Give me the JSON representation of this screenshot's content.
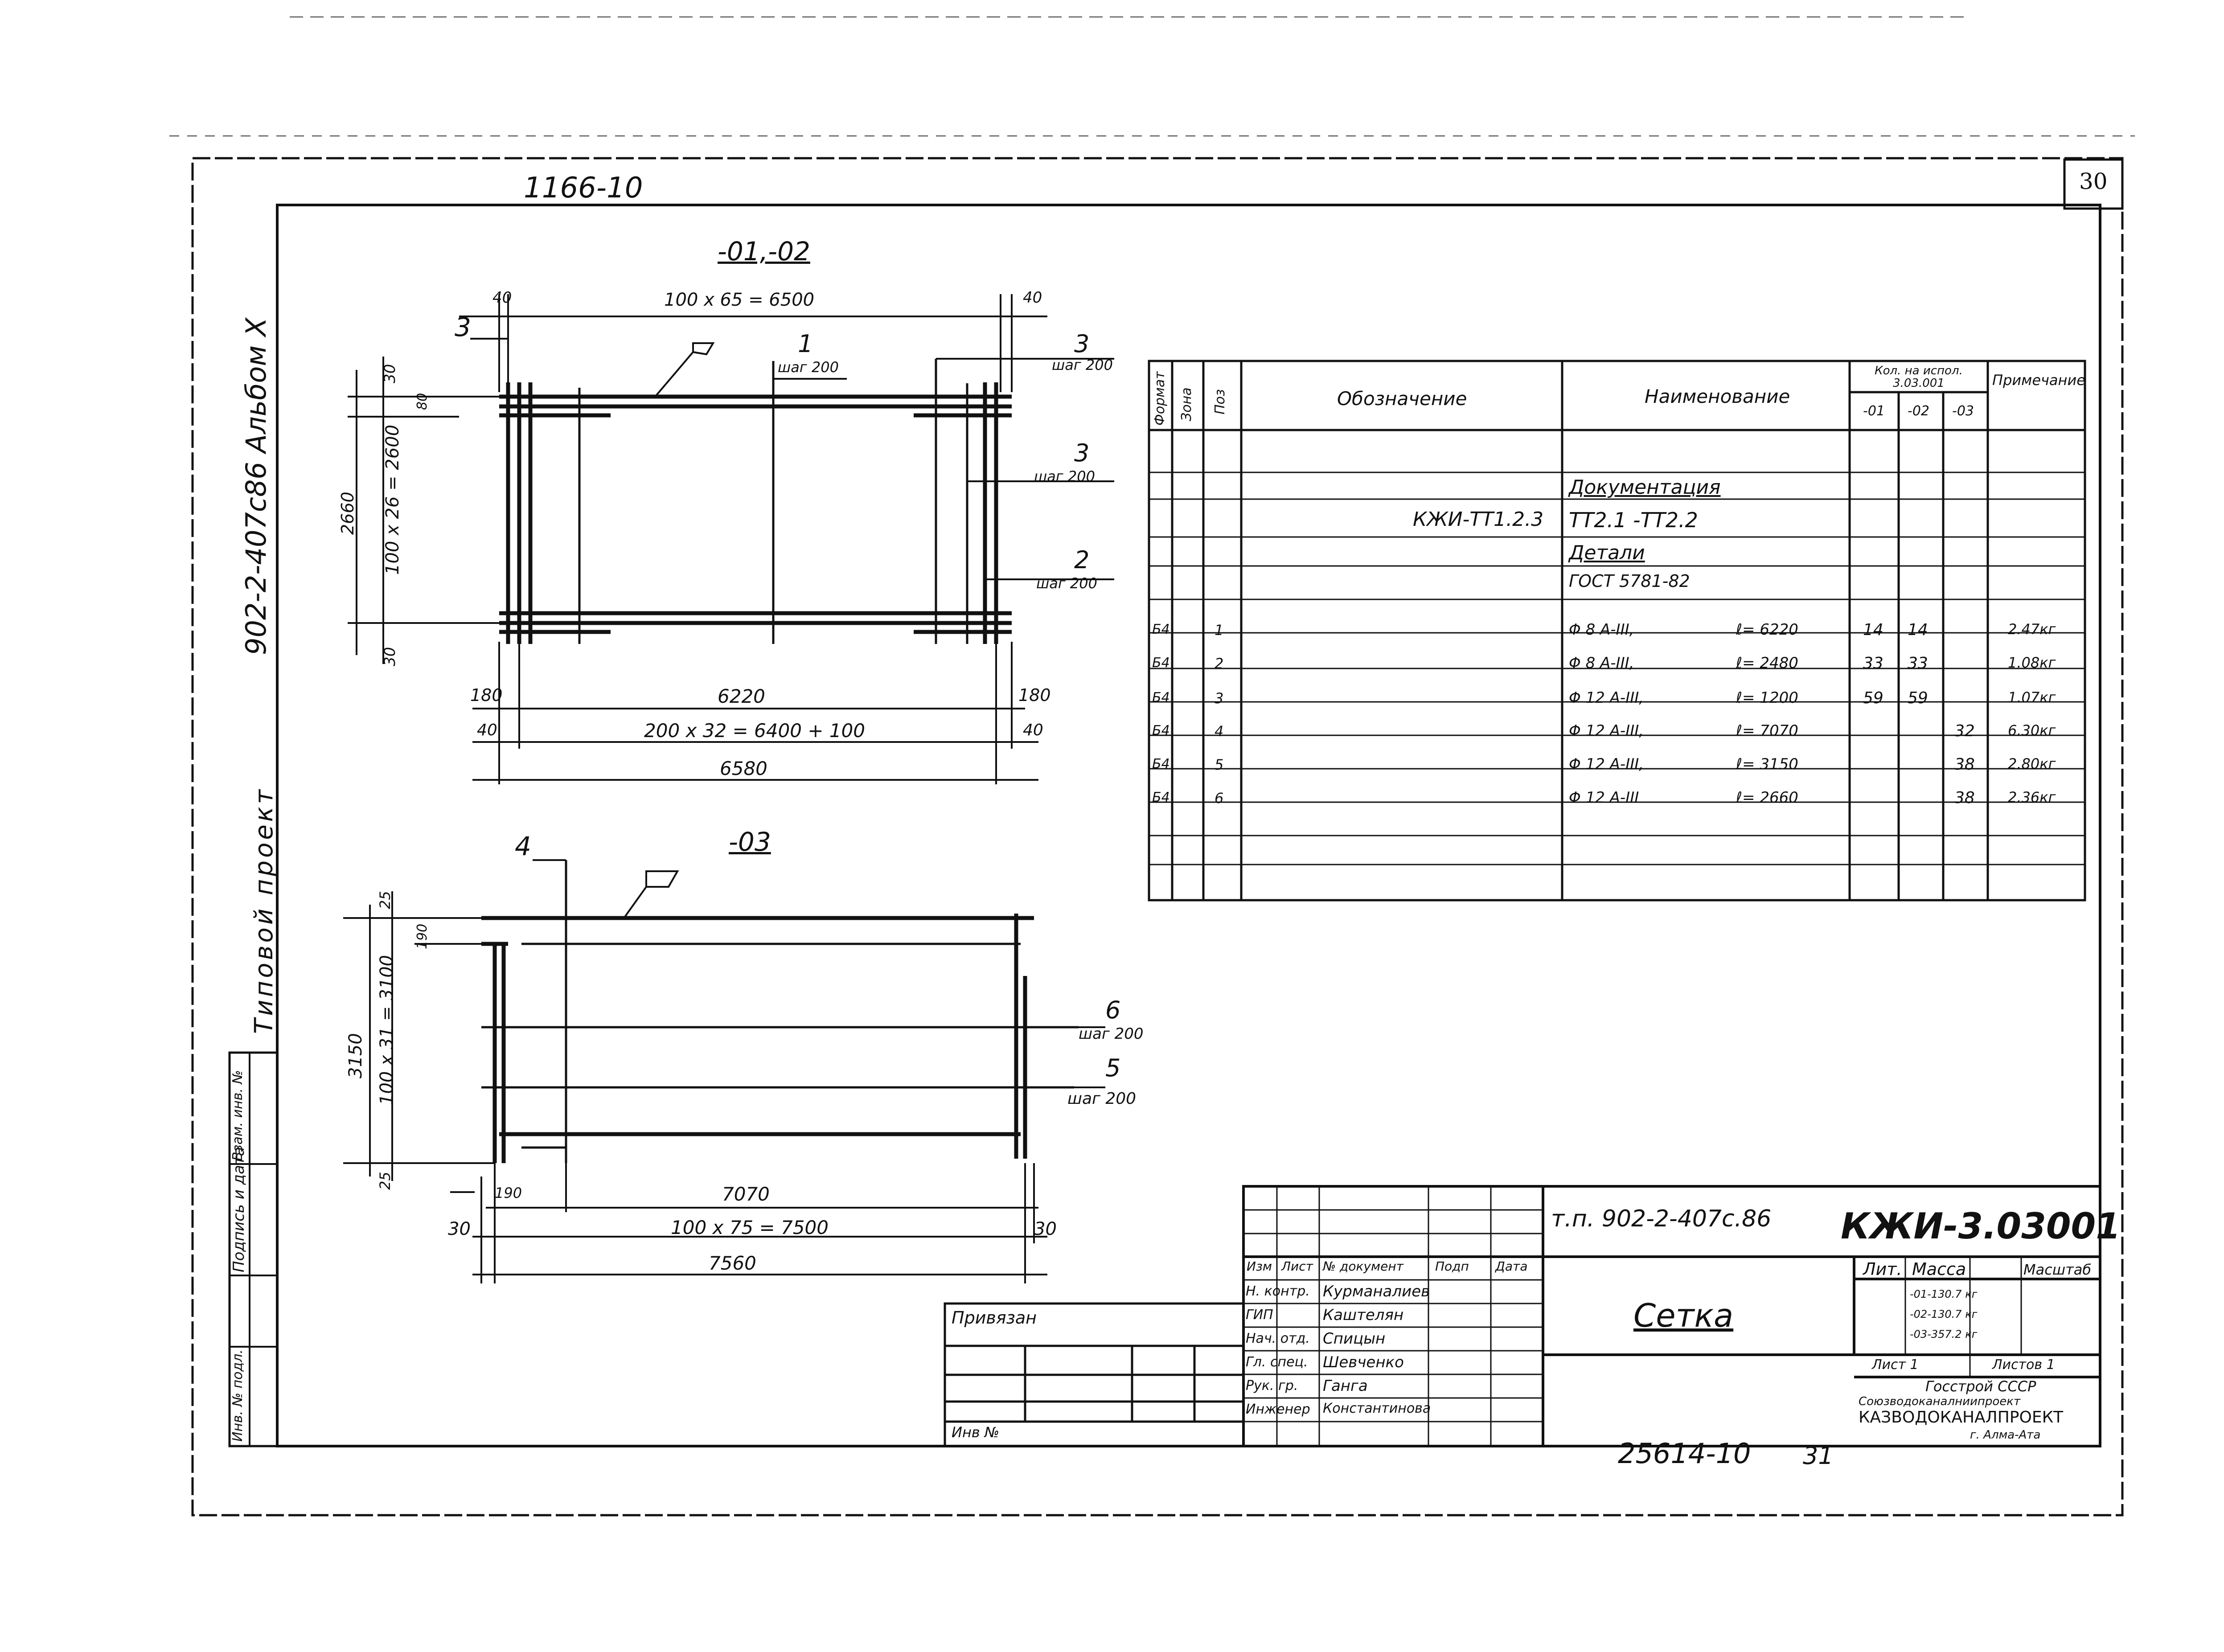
{
  "sheet": {
    "page_number": "30",
    "archive_code": "1166-10",
    "project_side": "902-2-407с86 Альбом X",
    "typical_project": "Типовой проект",
    "inventory_number": "25614-10",
    "copy_number": "31"
  },
  "view1": {
    "title": "-01,-02",
    "dim_top_left": "40",
    "dim_top_main": "100 х 65 = 6500",
    "dim_top_right": "40",
    "dim_left_30_top": "30",
    "dim_left_80": "80",
    "dim_left_total": "2660",
    "dim_left_main": "100 х 26 = 2600",
    "dim_left_30_bottom": "30",
    "dim_bottom_180_left": "180",
    "dim_bottom_6220": "6220",
    "dim_bottom_180_right": "180",
    "dim_bottom_40_left": "40",
    "dim_bottom_main": "200 х 32 = 6400 + 100",
    "dim_bottom_40_right": "40",
    "dim_bottom_total": "6580",
    "callout_3_left": "3",
    "callout_1": "1",
    "callout_1_step": "шаг 200",
    "callout_3a": "3",
    "callout_3a_step": "шаг 200",
    "callout_3b": "3",
    "callout_3b_step": "шаг 200",
    "callout_2": "2",
    "callout_2_step": "шаг 200"
  },
  "view2": {
    "title": "-03",
    "callout_4": "4",
    "dim_left_25_top": "25",
    "dim_left_190": "190",
    "dim_left_total": "3150",
    "dim_left_main": "100 х 31 = 3100",
    "dim_left_25_bottom": "25",
    "dim_bottom_190": "190",
    "dim_bottom_7070": "7070",
    "dim_bottom_30_left": "30",
    "dim_bottom_main": "100 х 75 = 7500",
    "dim_bottom_30_right": "30",
    "dim_bottom_total": "7560",
    "callout_6": "6",
    "callout_6_step": "шаг 200",
    "callout_5": "5",
    "callout_5_step": "шаг 200"
  },
  "spec": {
    "headers": {
      "format": "Формат",
      "zone": "Зона",
      "pos": "Поз",
      "designation": "Обозначение",
      "name": "Наименование",
      "qty_group": "Кол. на испол. 3.03.001",
      "qty_01": "-01",
      "qty_02": "-02",
      "qty_03": "-03",
      "note": "Примечание"
    },
    "section_docs": "Документация",
    "docs_designation": "КЖИ-ТТ1.2.3",
    "docs_name": "ТТ2.1 -ТТ2.2",
    "section_parts": "Детали",
    "gost": "ГОСТ 5781-82",
    "rows": [
      {
        "format": "Б4",
        "pos": "1",
        "name": "Φ 8 А-III,",
        "length": "ℓ= 6220",
        "q1": "14",
        "q2": "14",
        "q3": "",
        "note": "2.47кг"
      },
      {
        "format": "Б4",
        "pos": "2",
        "name": "Φ 8 А-III,",
        "length": "ℓ= 2480",
        "q1": "33",
        "q2": "33",
        "q3": "",
        "note": "1.08кг"
      },
      {
        "format": "Б4",
        "pos": "3",
        "name": "Φ 12 А-III,",
        "length": "ℓ= 1200",
        "q1": "59",
        "q2": "59",
        "q3": "",
        "note": "1.07кг"
      },
      {
        "format": "Б4",
        "pos": "4",
        "name": "Φ 12 А-III,",
        "length": "ℓ= 7070",
        "q1": "",
        "q2": "",
        "q3": "32",
        "note": "6.30кг"
      },
      {
        "format": "Б4",
        "pos": "5",
        "name": "Φ 12 А-III,",
        "length": "ℓ= 3150",
        "q1": "",
        "q2": "",
        "q3": "38",
        "note": "2.80кг"
      },
      {
        "format": "Б4",
        "pos": "6",
        "name": "Φ 12 А-III",
        "length": "ℓ= 2660",
        "q1": "",
        "q2": "",
        "q3": "38",
        "note": "2.36кг"
      }
    ]
  },
  "title_block": {
    "project_code": "т.п. 902-2-407с.86",
    "doc_code": "КЖИ-3.03001",
    "doc_title": "Сетка",
    "hdr_izm": "Изм",
    "hdr_list": "Лист",
    "hdr_doc": "№ документ",
    "hdr_sign": "Подп",
    "hdr_date": "Дата",
    "lit": "Лит.",
    "mass": "Масса",
    "scale": "Масштаб",
    "mass_values": [
      "-01-130.7 кг",
      "-02-130.7 кг",
      "-03-357.2 кг"
    ],
    "sheet": "Лист 1",
    "sheets": "Листов 1",
    "org_lines": [
      "Госстрой СССР",
      "Союзводоканалниипроект",
      "КАЗВОДОКАНАЛПРОЕКТ",
      "г. Алма-Ата"
    ],
    "staff": [
      {
        "role": "Н. контр.",
        "name": "Курманалиев"
      },
      {
        "role": "ГИП",
        "name": "Каштелян"
      },
      {
        "role": "Нач. отд.",
        "name": "Спицын"
      },
      {
        "role": "Гл. спец.",
        "name": "Шевченко"
      },
      {
        "role": "Рук. гр.",
        "name": "Ганга"
      },
      {
        "role": "Инженер",
        "name": "Константинова"
      }
    ],
    "privyazan": "Привязан",
    "inv_no": "Инв №"
  },
  "stamp_column": {
    "vzam": "Взам. инв. №",
    "sign_date": "Подпись и дата",
    "inv_podl": "Инв. № подл."
  }
}
